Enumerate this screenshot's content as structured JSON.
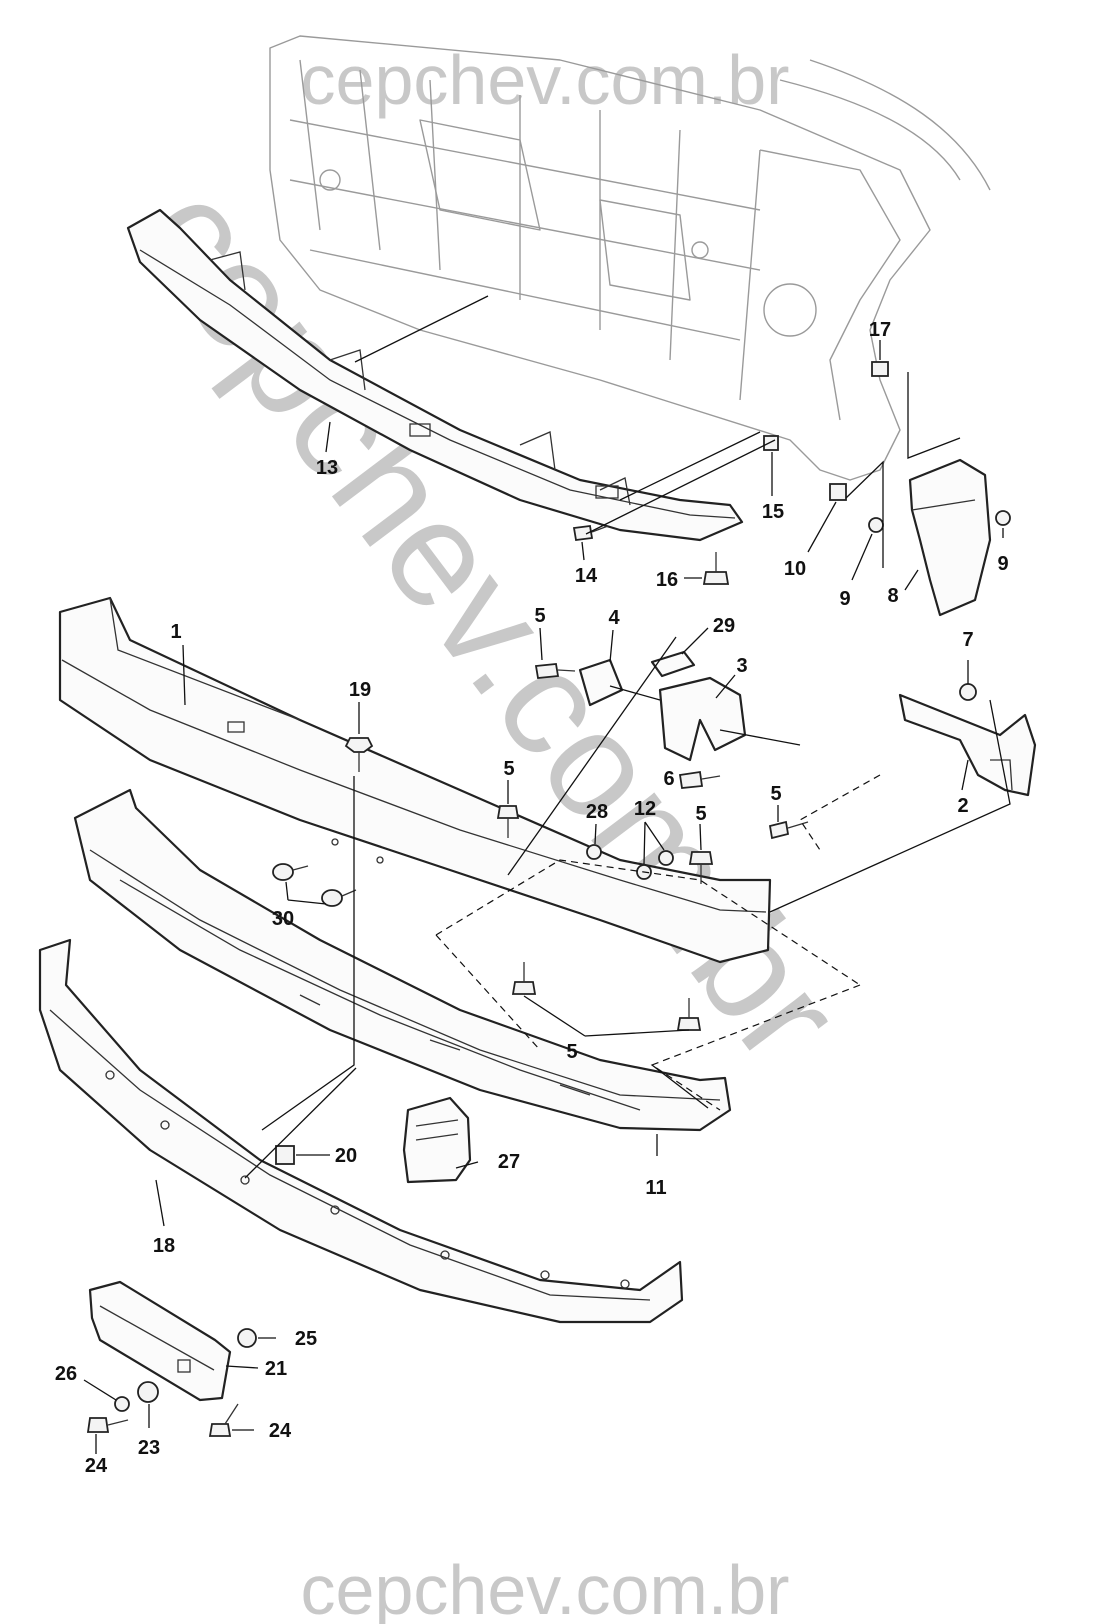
{
  "watermarks": {
    "top": "cepchev.com.br",
    "diagonal": "cepchev.com.br",
    "bottom": "cepchev.com.br"
  },
  "callouts": {
    "c1": "1",
    "c2": "2",
    "c3": "3",
    "c4": "4",
    "c5a": "5",
    "c5b": "5",
    "c5c": "5",
    "c5d": "5",
    "c5e": "5",
    "c6": "6",
    "c7": "7",
    "c8": "8",
    "c9a": "9",
    "c9b": "9",
    "c10": "10",
    "c11": "11",
    "c12": "12",
    "c13": "13",
    "c14": "14",
    "c15": "15",
    "c16": "16",
    "c17": "17",
    "c18": "18",
    "c19": "19",
    "c20": "20",
    "c21": "21",
    "c23": "23",
    "c24a": "24",
    "c24b": "24",
    "c25": "25",
    "c26": "26",
    "c27": "27",
    "c28": "28",
    "c29": "29",
    "c30": "30"
  }
}
